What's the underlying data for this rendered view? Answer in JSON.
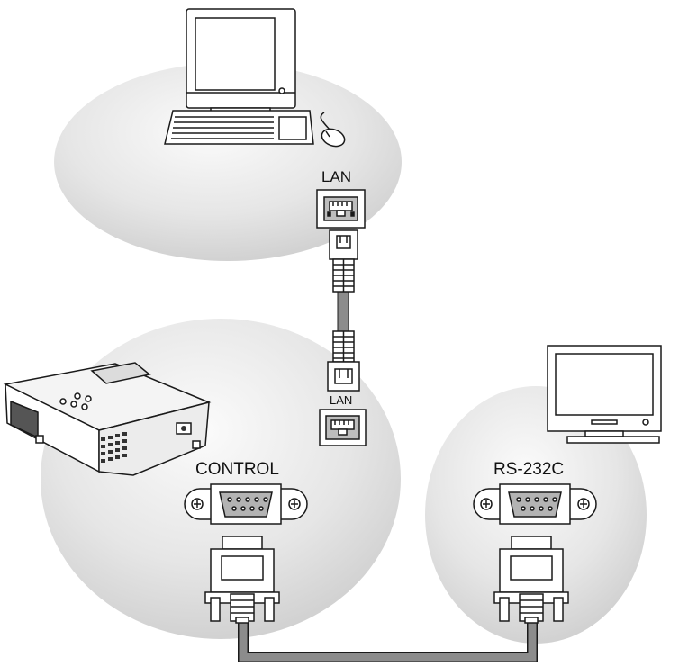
{
  "labels": {
    "lan_top": "LAN",
    "lan_projector": "LAN",
    "control": "CONTROL",
    "rs232c": "RS-232C"
  },
  "icons": {
    "computer": "desktop-computer-icon",
    "projector": "projector-icon",
    "monitor": "flat-panel-display-icon",
    "lan_port": "rj45-port-icon",
    "rj45_plug": "rj45-plug-icon",
    "db9_port": "db9-serial-port-icon",
    "db9_plug": "db9-serial-plug-icon"
  },
  "colors": {
    "background": "#ffffff",
    "zone_fill": "#d9d9d9",
    "cable": "#8c8c8c",
    "outline": "#1a1a1a",
    "port_fill": "#b3b3b3"
  }
}
